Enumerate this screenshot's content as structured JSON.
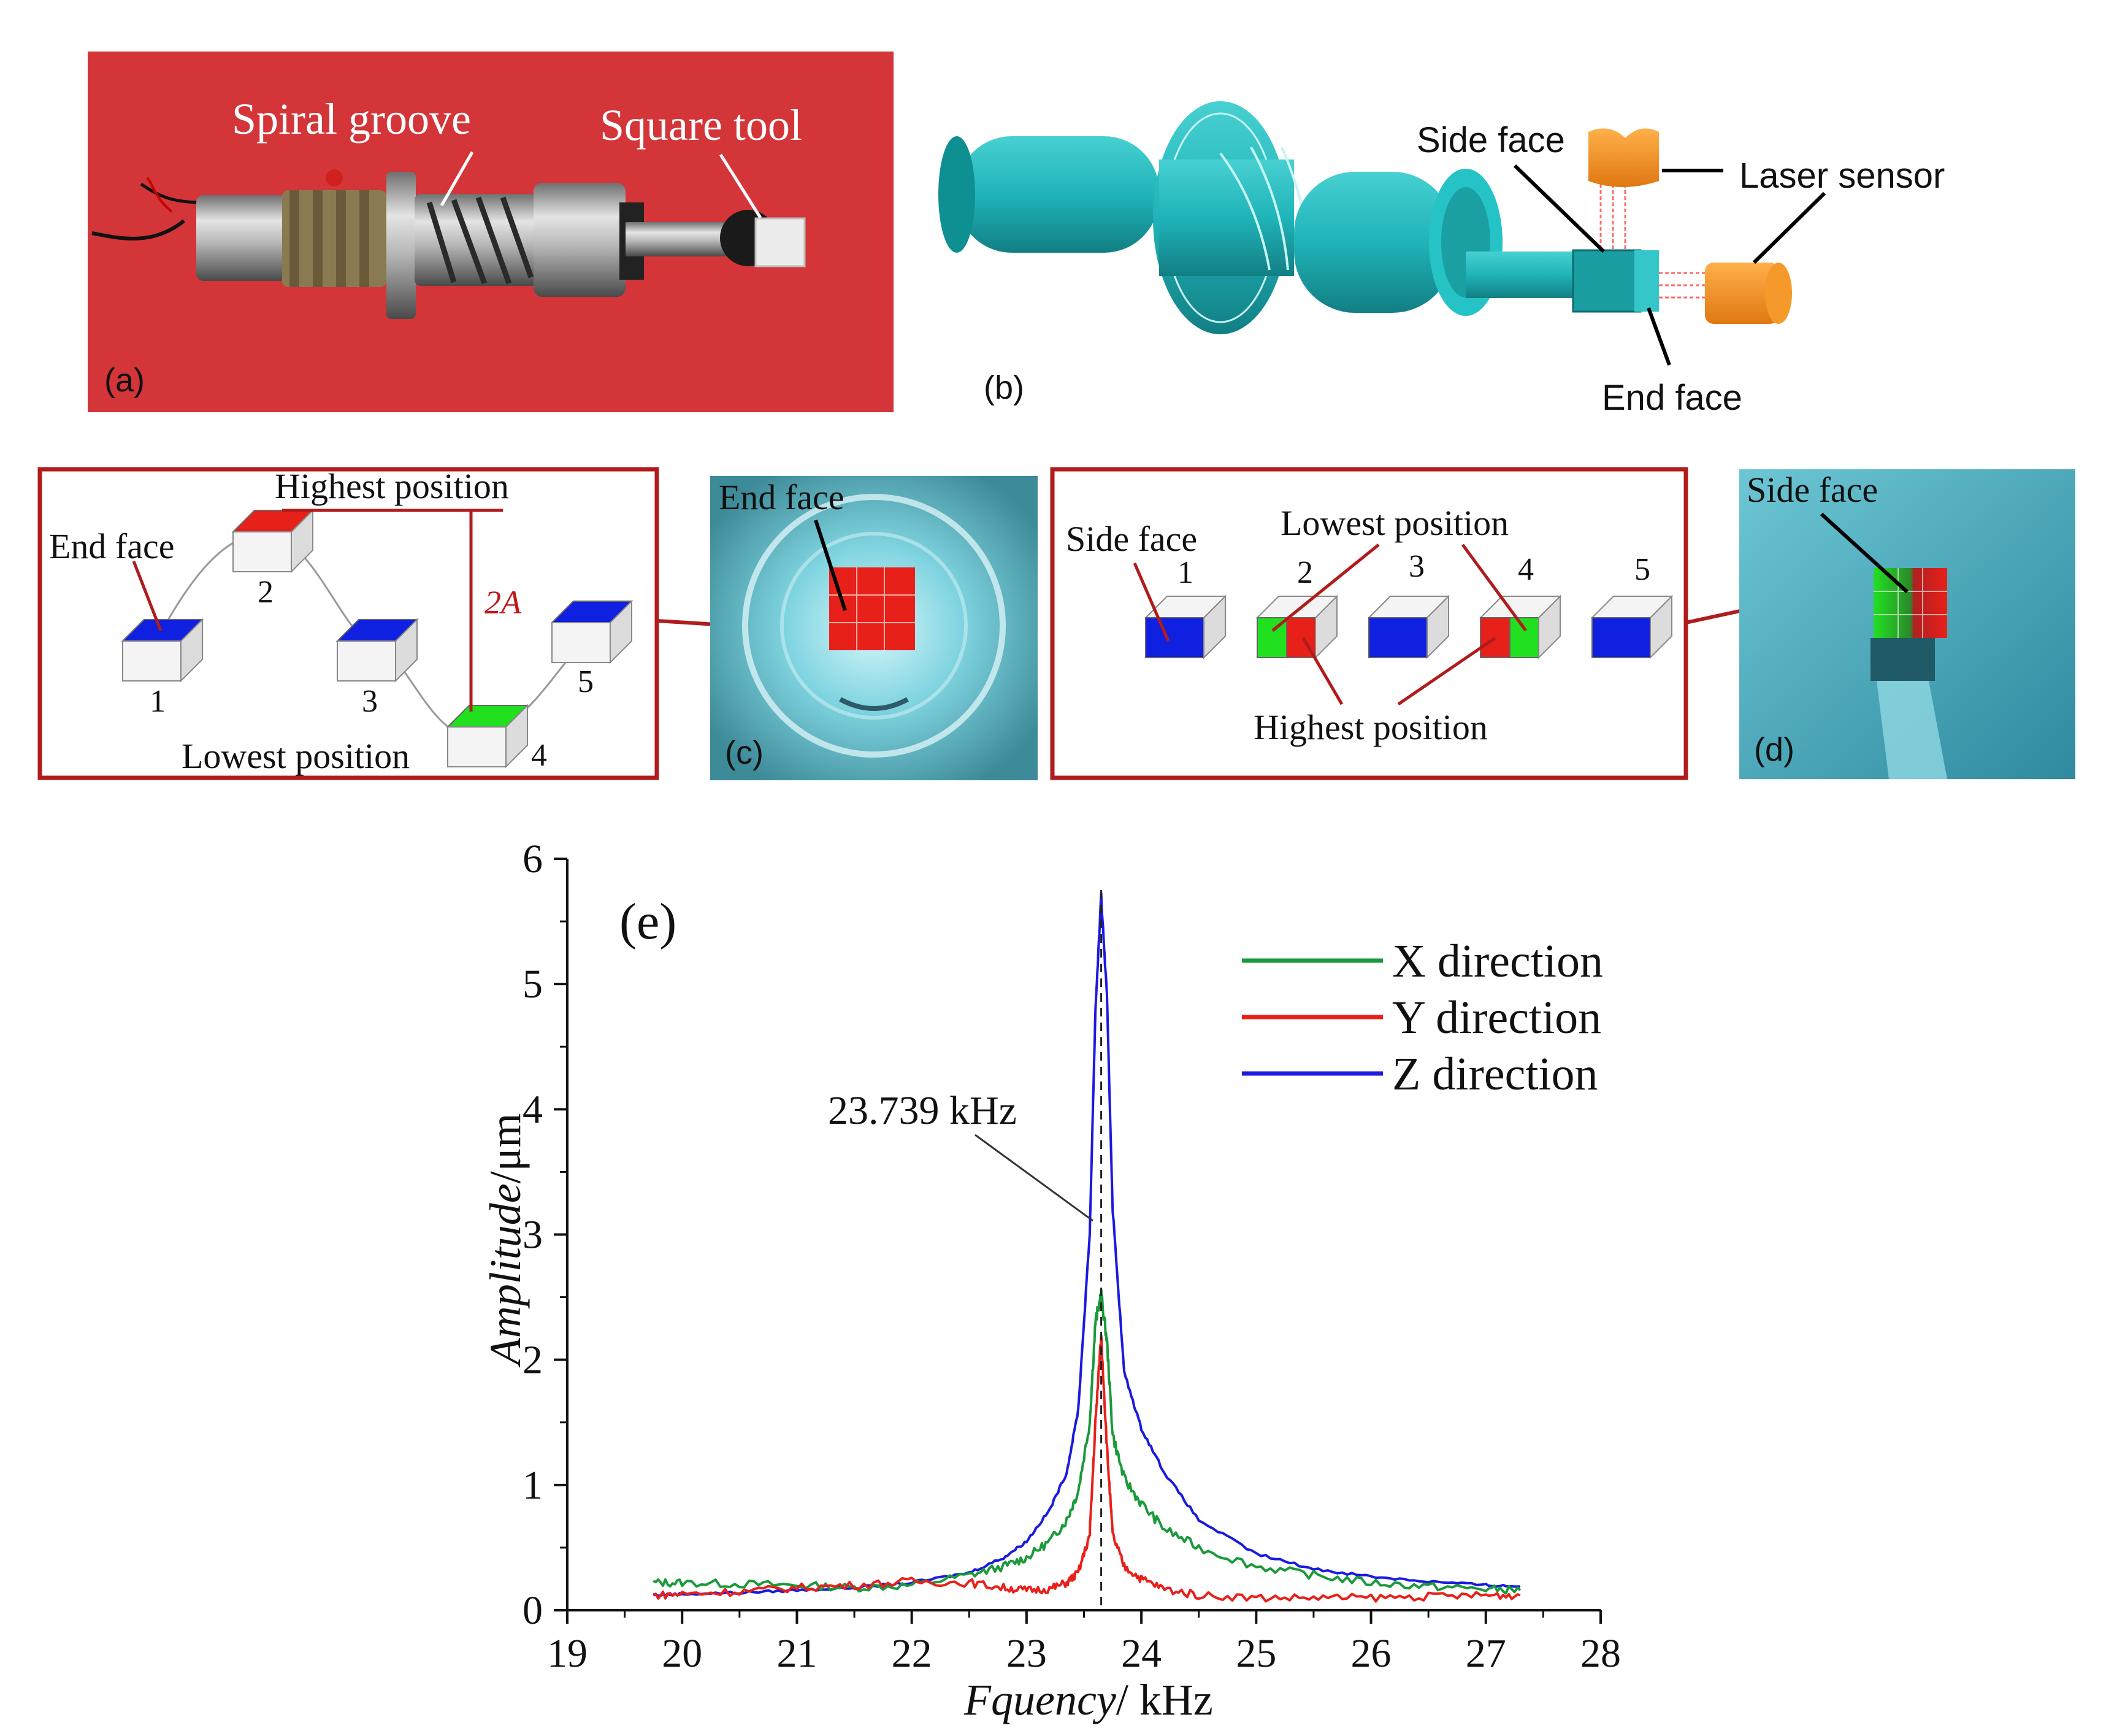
{
  "colors": {
    "photo_bg": "#d8383c",
    "model_teal": "#1fb4b8",
    "sensor_orange": "#f08a1a",
    "box_border": "#b01c1c",
    "face_blue": "#1020e0",
    "face_red": "#e8201a",
    "face_green": "#20e020",
    "x_series": "#1a9a3a",
    "y_series": "#e8201a",
    "z_series": "#1a1ae0"
  },
  "panel_a": {
    "label": "(a)",
    "spiral_groove": "Spiral groove",
    "square_tool": "Square tool"
  },
  "panel_b": {
    "label": "(b)",
    "side_face": "Side face",
    "laser_sensor": "Laser sensor",
    "end_face": "End face"
  },
  "panel_c_diagram": {
    "highest_position": "Highest position",
    "end_face": "End face",
    "amplitude_label": "2A",
    "lowest_position": "Lowest position",
    "numbers": [
      "1",
      "2",
      "3",
      "4",
      "5"
    ]
  },
  "panel_c_photo": {
    "label": "(c)",
    "end_face": "End face"
  },
  "panel_d_diagram": {
    "side_face": "Side face",
    "lowest_position": "Lowest position",
    "highest_position": "Highest position",
    "numbers": [
      "1",
      "2",
      "3",
      "4",
      "5"
    ]
  },
  "panel_d_photo": {
    "label": "(d)",
    "side_face": "Side face"
  },
  "chart_data": {
    "type": "line",
    "panel_label": "(e)",
    "xlabel_italic": "Fquency",
    "xlabel_rest": "/ kHz",
    "ylabel_italic": "Amplitude",
    "ylabel_rest": "/μm",
    "xlim": [
      19,
      28
    ],
    "ylim": [
      0,
      6
    ],
    "xticks": [
      "19",
      "20",
      "21",
      "22",
      "23",
      "24",
      "25",
      "26",
      "27",
      "28"
    ],
    "yticks": [
      "0",
      "1",
      "2",
      "3",
      "4",
      "5",
      "6"
    ],
    "annotation": "23.739 kHz",
    "peak_marker_x": 23.65,
    "legend_position": "top-right",
    "series": [
      {
        "name": "X direction",
        "color": "#1a9a3a",
        "x": [
          19.75,
          20,
          20.5,
          21,
          21.5,
          22,
          22.5,
          22.8,
          23,
          23.2,
          23.35,
          23.45,
          23.55,
          23.6,
          23.65,
          23.7,
          23.75,
          23.85,
          24,
          24.2,
          24.5,
          25,
          25.5,
          26,
          26.5,
          27,
          27.3
        ],
        "y": [
          0.22,
          0.22,
          0.21,
          0.2,
          0.18,
          0.2,
          0.28,
          0.35,
          0.42,
          0.55,
          0.72,
          0.95,
          1.5,
          2.3,
          2.52,
          2.15,
          1.4,
          1.05,
          0.85,
          0.65,
          0.5,
          0.35,
          0.28,
          0.22,
          0.19,
          0.17,
          0.16
        ]
      },
      {
        "name": "Y direction",
        "color": "#e8201a",
        "x": [
          19.75,
          20,
          20.5,
          21,
          21.5,
          22,
          22.5,
          22.8,
          23,
          23.2,
          23.35,
          23.45,
          23.55,
          23.6,
          23.65,
          23.7,
          23.75,
          23.85,
          24,
          24.2,
          24.5,
          25,
          25.5,
          26,
          26.5,
          27,
          27.3
        ],
        "y": [
          0.12,
          0.13,
          0.15,
          0.18,
          0.2,
          0.23,
          0.22,
          0.18,
          0.16,
          0.17,
          0.22,
          0.3,
          0.6,
          1.5,
          2.2,
          1.3,
          0.6,
          0.35,
          0.25,
          0.17,
          0.12,
          0.1,
          0.1,
          0.1,
          0.11,
          0.12,
          0.12
        ]
      },
      {
        "name": "Z direction",
        "color": "#1a1ae0",
        "x": [
          19.75,
          20,
          20.5,
          21,
          21.5,
          22,
          22.5,
          22.8,
          23,
          23.2,
          23.35,
          23.45,
          23.55,
          23.6,
          23.65,
          23.7,
          23.75,
          23.85,
          24,
          24.2,
          24.5,
          25,
          25.5,
          26,
          26.5,
          27,
          27.3
        ],
        "y": [
          0.12,
          0.13,
          0.14,
          0.16,
          0.18,
          0.22,
          0.3,
          0.42,
          0.55,
          0.8,
          1.1,
          1.6,
          3.0,
          4.8,
          5.7,
          4.9,
          3.2,
          1.9,
          1.45,
          1.1,
          0.72,
          0.45,
          0.33,
          0.27,
          0.23,
          0.2,
          0.19
        ]
      }
    ]
  }
}
